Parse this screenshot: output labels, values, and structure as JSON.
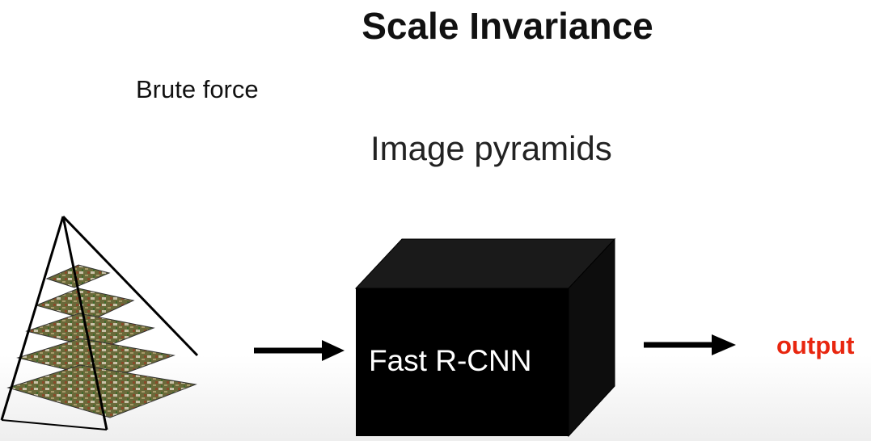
{
  "slide": {
    "title": "Scale Invariance",
    "subtitle": "Brute force",
    "heading": "Image pyramids",
    "box_label": "Fast R-CNN",
    "output_label": "output"
  },
  "colors": {
    "text": "#111111",
    "box": "#000000",
    "output": "#e8260f",
    "arrow": "#000000"
  },
  "pyramid": {
    "levels": 5
  }
}
